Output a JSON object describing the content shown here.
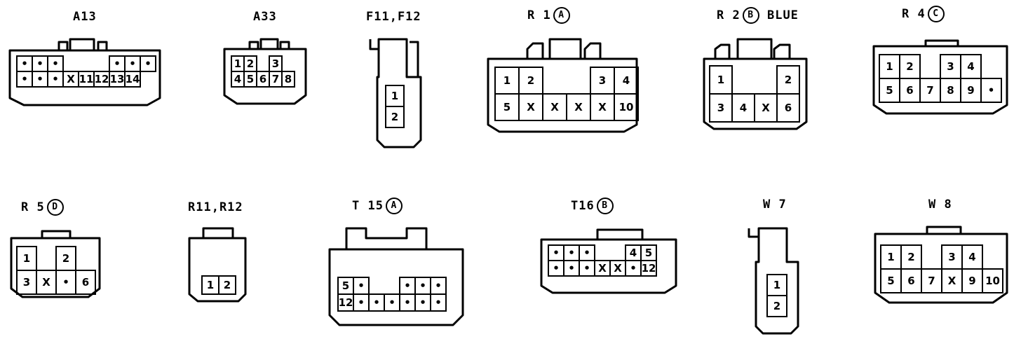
{
  "connectors": [
    {
      "id": "a13",
      "label": "A13",
      "rows": [
        [
          "•",
          "•",
          "•",
          "",
          "",
          "",
          "•",
          "•",
          "•"
        ],
        [
          "•",
          "•",
          "•",
          "X",
          "11",
          "12",
          "13",
          "14",
          ""
        ]
      ]
    },
    {
      "id": "a33",
      "label": "A33",
      "rows": [
        [
          "1",
          "2",
          "",
          "3"
        ],
        [
          "4",
          "5",
          "6",
          "7",
          "8"
        ]
      ]
    },
    {
      "id": "f11",
      "label": "F11,F12",
      "rows": [
        [
          "1"
        ],
        [
          "2"
        ]
      ]
    },
    {
      "id": "r1",
      "label": "R 1",
      "circle": "A",
      "rows": [
        [
          "1",
          "2",
          "",
          "",
          "3",
          "4"
        ],
        [
          "5",
          "X",
          "X",
          "X",
          "X",
          "10"
        ]
      ]
    },
    {
      "id": "r2",
      "label": "R 2",
      "circle": "B",
      "suffix": "BLUE",
      "rows": [
        [
          "1",
          "",
          "",
          "2"
        ],
        [
          "3",
          "4",
          "X",
          "6"
        ]
      ]
    },
    {
      "id": "r4",
      "label": "R 4",
      "circle": "C",
      "rows": [
        [
          "1",
          "2",
          "",
          "3",
          "4"
        ],
        [
          "5",
          "6",
          "7",
          "8",
          "9",
          "•"
        ]
      ]
    },
    {
      "id": "r5",
      "label": "R 5",
      "circle": "D",
      "rows": [
        [
          "1",
          "",
          "2"
        ],
        [
          "3",
          "X",
          "•",
          "6"
        ]
      ]
    },
    {
      "id": "r11",
      "label": "R11,R12",
      "rows": [
        [
          "1",
          "2"
        ]
      ]
    },
    {
      "id": "t15",
      "label": "T 15",
      "circle": "A",
      "rows": [
        [
          "5",
          "•",
          "",
          "",
          "•",
          "•",
          "•"
        ],
        [
          "12",
          "•",
          "•",
          "•",
          "•",
          "•",
          "•"
        ]
      ]
    },
    {
      "id": "t16",
      "label": "T16",
      "circle": "B",
      "rows": [
        [
          "•",
          "•",
          "•",
          "",
          "",
          "4",
          "5"
        ],
        [
          "•",
          "•",
          "•",
          "X",
          "X",
          "•",
          "12"
        ]
      ]
    },
    {
      "id": "w7",
      "label": "W 7",
      "rows": [
        [
          "1"
        ],
        [
          "2"
        ]
      ]
    },
    {
      "id": "w8",
      "label": "W 8",
      "rows": [
        [
          "1",
          "2",
          "",
          "3",
          "4"
        ],
        [
          "5",
          "6",
          "7",
          "X",
          "9",
          "10"
        ]
      ]
    }
  ]
}
